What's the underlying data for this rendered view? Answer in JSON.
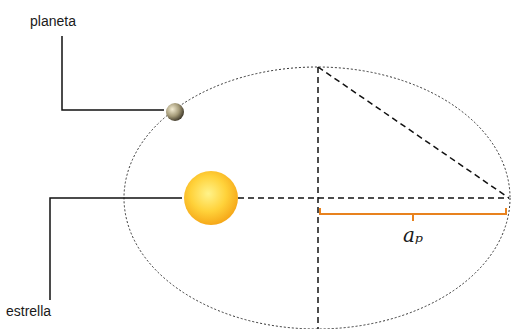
{
  "diagram": {
    "labels": [
      "planeta",
      "estrella",
      "aₚ"
    ]
  }
}
